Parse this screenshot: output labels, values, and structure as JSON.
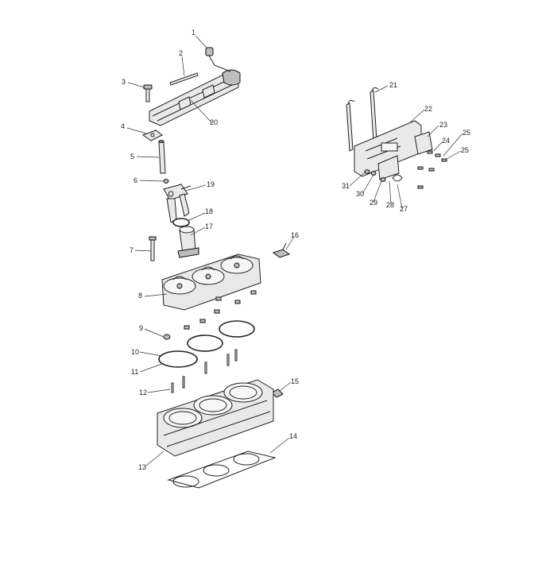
{
  "callouts": [
    {
      "id": "1",
      "label": "1"
    },
    {
      "id": "2",
      "label": "2"
    },
    {
      "id": "3",
      "label": "3"
    },
    {
      "id": "4",
      "label": "4"
    },
    {
      "id": "5",
      "label": "5"
    },
    {
      "id": "6",
      "label": "6"
    },
    {
      "id": "7",
      "label": "7"
    },
    {
      "id": "8",
      "label": "8"
    },
    {
      "id": "9",
      "label": "9"
    },
    {
      "id": "10",
      "label": "10"
    },
    {
      "id": "11",
      "label": "11"
    },
    {
      "id": "12",
      "label": "12"
    },
    {
      "id": "13",
      "label": "13"
    },
    {
      "id": "14",
      "label": "14"
    },
    {
      "id": "15",
      "label": "15"
    },
    {
      "id": "16",
      "label": "16"
    },
    {
      "id": "17",
      "label": "17"
    },
    {
      "id": "18",
      "label": "18"
    },
    {
      "id": "19",
      "label": "19"
    },
    {
      "id": "20",
      "label": "20"
    },
    {
      "id": "21",
      "label": "21"
    },
    {
      "id": "22",
      "label": "22"
    },
    {
      "id": "23",
      "label": "23"
    },
    {
      "id": "24",
      "label": "24"
    },
    {
      "id": "25a",
      "label": "25"
    },
    {
      "id": "25b",
      "label": "25"
    },
    {
      "id": "27",
      "label": "27"
    },
    {
      "id": "28",
      "label": "28"
    },
    {
      "id": "29",
      "label": "29"
    },
    {
      "id": "30",
      "label": "30"
    },
    {
      "id": "31",
      "label": "31"
    }
  ]
}
